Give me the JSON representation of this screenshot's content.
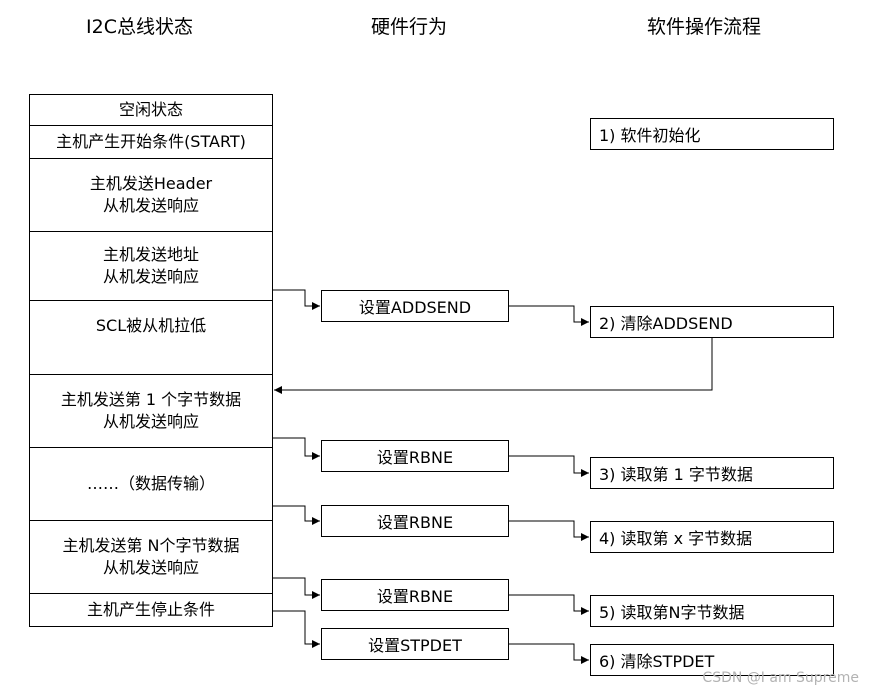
{
  "headers": {
    "states": "I2C总线状态",
    "hardware": "硬件行为",
    "software": "软件操作流程"
  },
  "states": [
    {
      "line1": "空闲状态",
      "line2": ""
    },
    {
      "line1": "主机产生开始条件(START)",
      "line2": ""
    },
    {
      "line1": "主机发送Header",
      "line2": "从机发送响应"
    },
    {
      "line1": "主机发送地址",
      "line2": "从机发送响应"
    },
    {
      "line1": "SCL被从机拉低",
      "line2": ""
    },
    {
      "line1": "主机发送第 1 个字节数据",
      "line2": "从机发送响应"
    },
    {
      "line1": "……（数据传输）",
      "line2": ""
    },
    {
      "line1": "主机发送第 N个字节数据",
      "line2": "从机发送响应"
    },
    {
      "line1": "主机产生停止条件",
      "line2": ""
    }
  ],
  "hardware": [
    {
      "label": "设置ADDSEND"
    },
    {
      "label": "设置RBNE"
    },
    {
      "label": "设置RBNE"
    },
    {
      "label": "设置RBNE"
    },
    {
      "label": "设置STPDET"
    }
  ],
  "software": [
    {
      "label": "1) 软件初始化"
    },
    {
      "label": "2) 清除ADDSEND"
    },
    {
      "label": "3) 读取第 1 字节数据"
    },
    {
      "label": "4) 读取第 x 字节数据"
    },
    {
      "label": "5) 读取第N字节数据"
    },
    {
      "label": "6) 清除STPDET"
    }
  ],
  "watermark": "CSDN @I am Supreme",
  "colors": {
    "line": "#000000",
    "background": "#ffffff",
    "watermark": "#b3b3b3"
  }
}
